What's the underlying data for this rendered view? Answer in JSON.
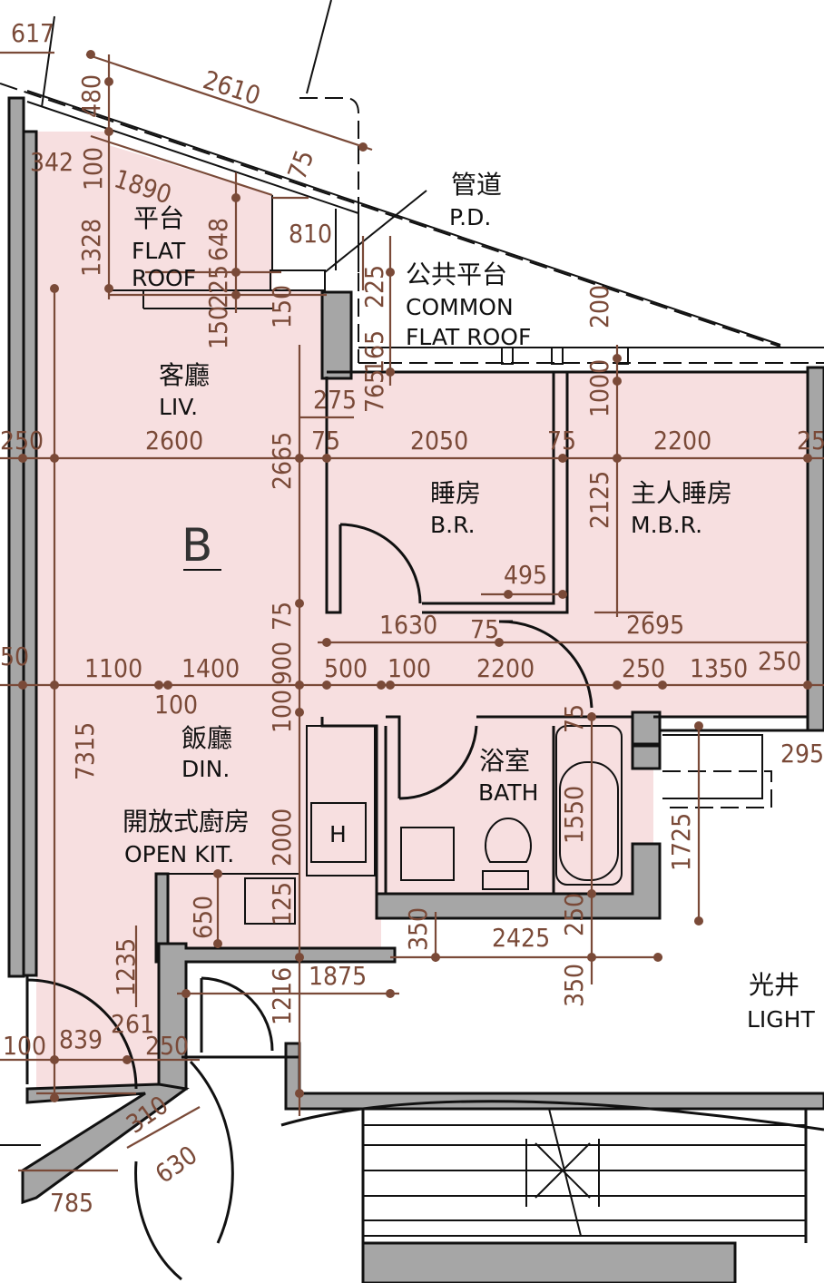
{
  "plan": {
    "flat_letter": "B",
    "colors": {
      "room_fill": "#f7dfe0",
      "wall": "#a6a6a6",
      "dimension": "#7a4a38",
      "line": "#111111"
    },
    "rooms": {
      "liv": {
        "cn": "客廳",
        "en": "LIV."
      },
      "br": {
        "cn": "睡房",
        "en": "B.R."
      },
      "mbr": {
        "cn": "主人睡房",
        "en": "M.B.R."
      },
      "bath": {
        "cn": "浴室",
        "en": "BATH"
      },
      "din": {
        "cn": "飯廳",
        "en": "DIN."
      },
      "kit": {
        "cn": "開放式廚房",
        "en": "OPEN KIT."
      },
      "flat_roof": {
        "cn": "平台",
        "en1": "FLAT",
        "en2": "ROOF"
      },
      "pd": {
        "cn": "管道",
        "en": "P.D."
      },
      "common_roof": {
        "cn": "公共平台",
        "en1": "COMMON",
        "en2": "FLAT ROOF"
      },
      "light": {
        "cn": "光井",
        "en": "LIGHT"
      }
    },
    "fixture_h": "H",
    "dimensions": {
      "d617": "617",
      "d2610": "2610",
      "d480": "480",
      "d342": "342",
      "d100a": "100",
      "d1890": "1890",
      "d75a": "75",
      "d1328": "1328",
      "d648": "648",
      "d810": "810",
      "d225a": "225",
      "d225b": "225",
      "d150a": "150",
      "d150b": "150",
      "d200": "200",
      "d165": "165",
      "d275": "275",
      "d765": "765",
      "d250a": "250",
      "d2600": "2600",
      "d2665": "2665",
      "d75b": "75",
      "d2050": "2050",
      "d75c": "75",
      "d2200a": "2200",
      "d25": "25",
      "d1000": "1000",
      "d2125": "2125",
      "d495": "495",
      "d75d": "75",
      "d1630": "1630",
      "d75e": "75",
      "d2695": "2695",
      "d50": "50",
      "d1100": "1100",
      "d1400": "1400",
      "d900": "900",
      "d500": "500",
      "d100b": "100",
      "d2200b": "2200",
      "d250b": "250",
      "d1350": "1350",
      "d250c": "250",
      "d100c": "100",
      "d100d": "100",
      "d75f": "75",
      "d295": "295",
      "d7315": "7315",
      "d2000": "2000",
      "d1550": "1550",
      "d1725": "1725",
      "d650": "650",
      "d125": "125",
      "d350a": "350",
      "d2425": "2425",
      "d250d": "250",
      "d1235": "1235",
      "d1216": "1216",
      "d1875": "1875",
      "d350b": "350",
      "d261": "261",
      "d100e": "100",
      "d839": "839",
      "d250e": "250",
      "d310": "310",
      "d630": "630",
      "d785": "785"
    }
  }
}
